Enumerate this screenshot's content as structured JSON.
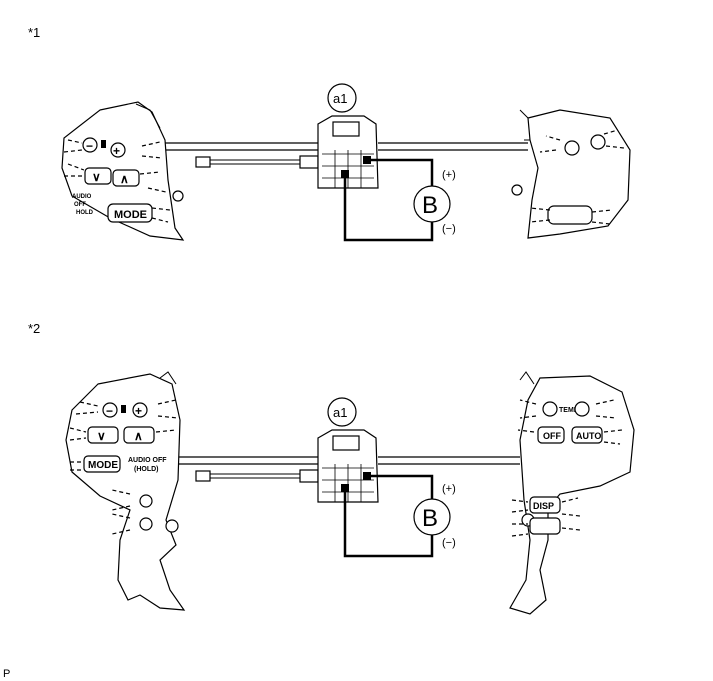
{
  "diagram": {
    "view1": {
      "marker": "*1",
      "connector_label": "a1",
      "meter_label": "B",
      "plus_label": "(+)",
      "minus_label": "(−)",
      "left_buttons": {
        "minus": "−",
        "plus": "+",
        "down": "∨",
        "up": "∧",
        "mode": "MODE",
        "audio": "AUDIO",
        "off": "OFF",
        "hold": "HOLD"
      }
    },
    "view2": {
      "marker": "*2",
      "connector_label": "a1",
      "meter_label": "B",
      "plus_label": "(+)",
      "minus_label": "(−)",
      "left_buttons": {
        "minus": "−",
        "plus": "+",
        "down": "∨",
        "up": "∧",
        "mode": "MODE",
        "audio_off": "AUDIO OFF",
        "hold": "(HOLD)"
      },
      "right_buttons": {
        "temp": "TEMP",
        "off": "OFF",
        "auto": "AUTO",
        "disp": "DISP"
      }
    },
    "footer_code": "P"
  }
}
